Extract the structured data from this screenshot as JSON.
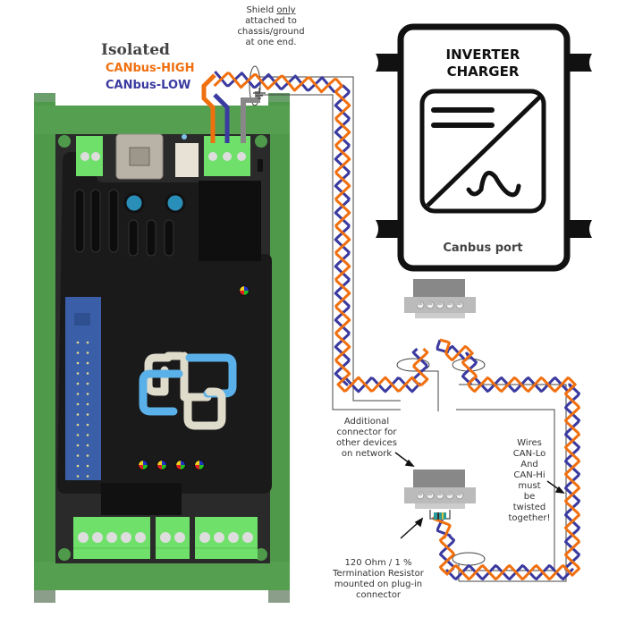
{
  "legend": {
    "title": "Isolated",
    "high_label": "CANbus-HIGH",
    "low_label": "CANbus-LOW"
  },
  "shield_note": {
    "line1_prefix": "Shield ",
    "line1_emph": "only",
    "line2": "attached to chassis/ground",
    "line3": "at one end."
  },
  "inverter": {
    "title_line1": "INVERTER",
    "title_line2": "CHARGER",
    "port_label": "Canbus port"
  },
  "additional_connector_note": [
    "Additional",
    "connector for",
    "other devices",
    "on network"
  ],
  "resistor_note": [
    "120 Ohm / 1 %",
    "Termination Resistor",
    "mounted on plug-in",
    "connector"
  ],
  "twist_note": [
    "Wires",
    "CAN-Lo",
    "And",
    "CAN-Hi",
    "must",
    "be",
    "twisted",
    "together!"
  ],
  "colors": {
    "can_high": "#f07010",
    "can_low": "#3a3aa0",
    "shield_ground": "#888888",
    "enclosure_green": "#4f9a4a",
    "terminal_green": "#6fe06a",
    "board_black": "#1c1c1c",
    "header_blue": "#3a5fa8",
    "logo_blue": "#5ab0e8",
    "logo_cream": "#e0dccc"
  },
  "device": {
    "terminal_blocks_top": [
      {
        "pins": 2
      },
      {
        "pins": 3
      }
    ],
    "terminal_blocks_bottom": [
      {
        "pins": 5
      },
      {
        "pins": 2
      },
      {
        "pins": 4
      }
    ],
    "status_leds": 5
  }
}
